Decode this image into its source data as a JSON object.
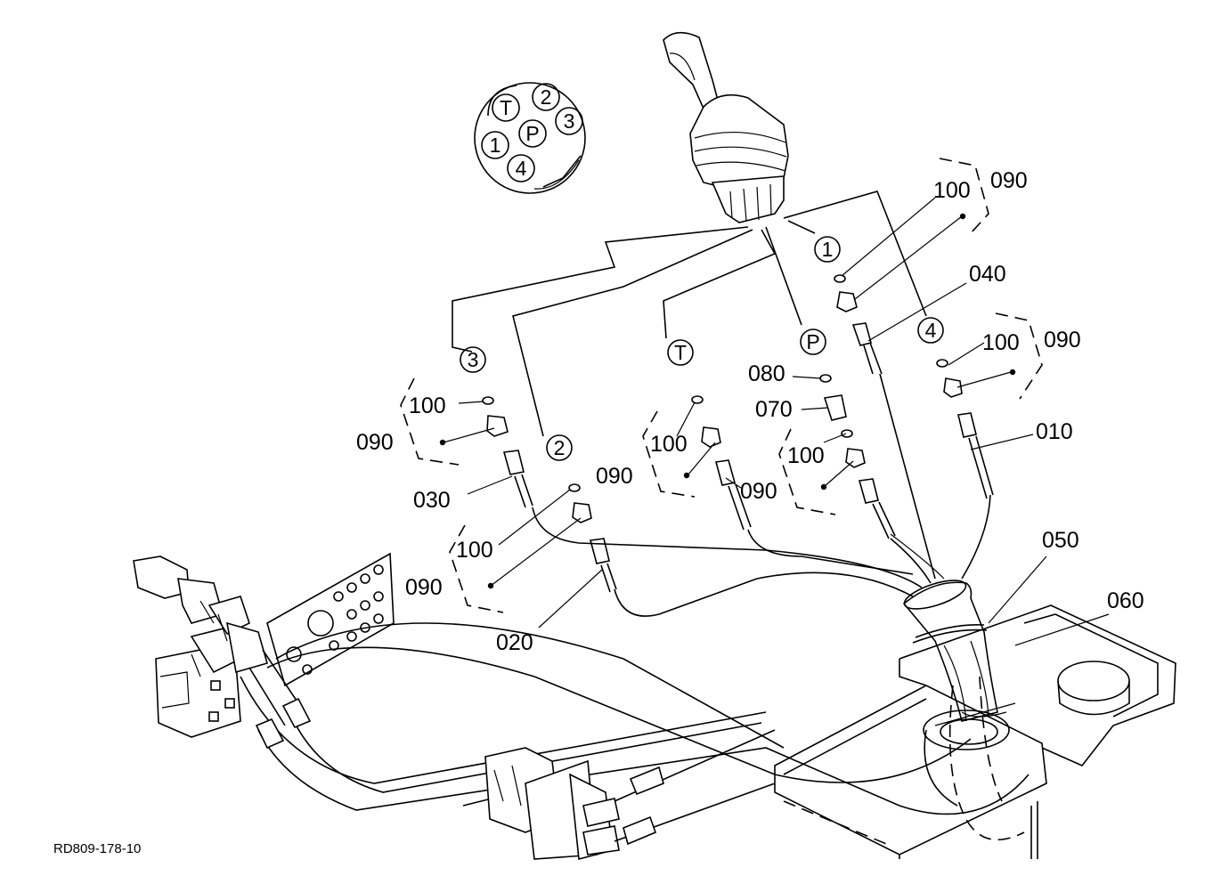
{
  "diagram": {
    "reference_code": "RD809-178-10",
    "connector_face_ports": [
      "T",
      "2",
      "3",
      "1",
      "P",
      "4"
    ],
    "port_labels": [
      "1",
      "2",
      "3",
      "4",
      "T",
      "P"
    ],
    "part_numbers": {
      "p010": "010",
      "p020": "020",
      "p030": "030",
      "p040": "040",
      "p050": "050",
      "p060": "060",
      "p070": "070",
      "p080": "080",
      "p090": "090",
      "p100": "100"
    }
  }
}
